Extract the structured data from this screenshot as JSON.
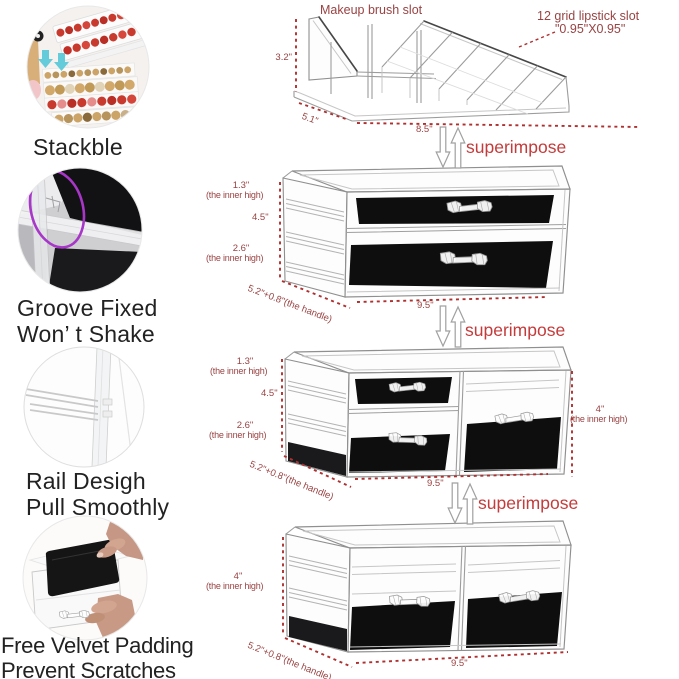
{
  "colors": {
    "label_text": "#222222",
    "dimension_text": "#9a4343",
    "superimpose_text": "#c43b3b",
    "dash_line": "#b03030",
    "velvet": "#0e0e0e",
    "cyan_arrow": "#56c8d8",
    "purple_ring": "#a836c8",
    "lipstick_red": "#c93a2e",
    "lipstick_gold": "#cda467"
  },
  "features": [
    {
      "id": "stackable",
      "lines": [
        "Stackble"
      ]
    },
    {
      "id": "groove-fixed",
      "lines": [
        "Groove Fixed",
        "Won’ t Shake"
      ]
    },
    {
      "id": "rail-design",
      "lines": [
        "Rail Desigh",
        "Pull Smoothly"
      ]
    },
    {
      "id": "velvet-padding",
      "lines": [
        "Free Velvet Padding",
        "Prevent Scratches"
      ]
    }
  ],
  "superimpose_label": "superimpose",
  "diagrams": {
    "shelf": {
      "label_brush": "Makeup brush slot",
      "label_lipstick_1": "12 grid lipstick slot",
      "label_lipstick_2": "\"0.95\"X0.95\"",
      "height": "3.2\"",
      "depth": "5.1\"",
      "width": "8.5\""
    },
    "drawer_two": {
      "inner_top": "1.3\"",
      "inner_top_note": "(the inner high)",
      "height": "4.5\"",
      "inner_bottom": "2.6\"",
      "inner_bottom_note": "(the inner high)",
      "depth": "5.2\"+0.8\"(the handle)",
      "width": "9.5\""
    },
    "drawer_three": {
      "inner_top": "1.3\"",
      "inner_top_note": "(the inner high)",
      "height": "4.5\"",
      "inner_bottom": "2.6\"",
      "inner_bottom_note": "(the inner high)",
      "inner_right": "4\"",
      "inner_right_note": "(the inner high)",
      "depth": "5.2\"+0.8\"(the handle)",
      "width": "9.5\""
    },
    "drawer_large": {
      "inner": "4\"",
      "inner_note": "(the inner high)",
      "depth": "5.2\"+0.8\"(the handle)",
      "width": "9.5\""
    }
  },
  "icons": {
    "superimpose_arrows": "up-down-outline-arrows",
    "stack_arrows": "cyan-down-arrows",
    "groove_ring": "purple-highlight-ellipse"
  }
}
